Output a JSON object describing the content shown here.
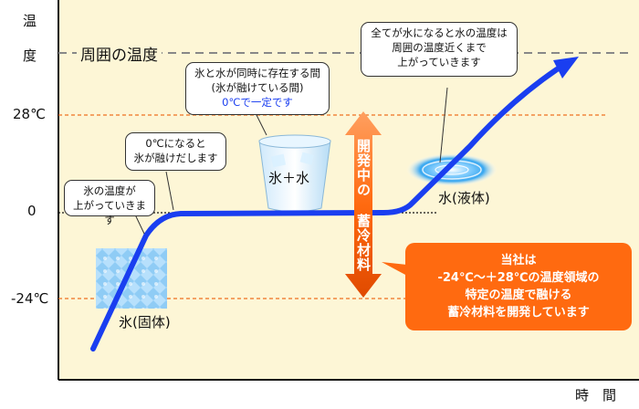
{
  "axes": {
    "y_label_1": "温",
    "y_label_2": "度",
    "x_label": "時　間",
    "tick_28": "28℃",
    "tick_0": "0",
    "tick_neg24": "-24℃"
  },
  "ambient_label": "周囲の温度",
  "callouts": {
    "rising_solid_1": "氷の温度が",
    "rising_solid_2": "上がっていきます",
    "melting_start_1": "0℃になると",
    "melting_start_2": "氷が融けだします",
    "coexist_1": "氷と水が同時に存在する間",
    "coexist_2": "(氷が融けている間)",
    "coexist_3": "0℃で一定です",
    "liquid_rise_1": "全てが水になると水の温度は",
    "liquid_rise_2": "周囲の温度近くまで",
    "liquid_rise_3": "上がっていきます"
  },
  "phase_labels": {
    "solid": "氷(固体)",
    "mixed": "氷＋水",
    "liquid": "水(液体)"
  },
  "dev_arrow": {
    "top": "開発中の",
    "bottom": "蓄冷材料"
  },
  "company_box": {
    "line1": "当社は",
    "line2": "-24℃～＋28℃の温度領域の",
    "line3": "特定の温度で融ける",
    "line4": "蓄冷材料を開発しています"
  },
  "colors": {
    "curve": "#1a3ef0",
    "plot_bg": "#fdf6d6",
    "dashed_orange": "#f07020",
    "orange_box": "#ff6a10",
    "arrow_gradient_top": "#ff8a40",
    "arrow_gradient_bottom": "#e05010"
  }
}
